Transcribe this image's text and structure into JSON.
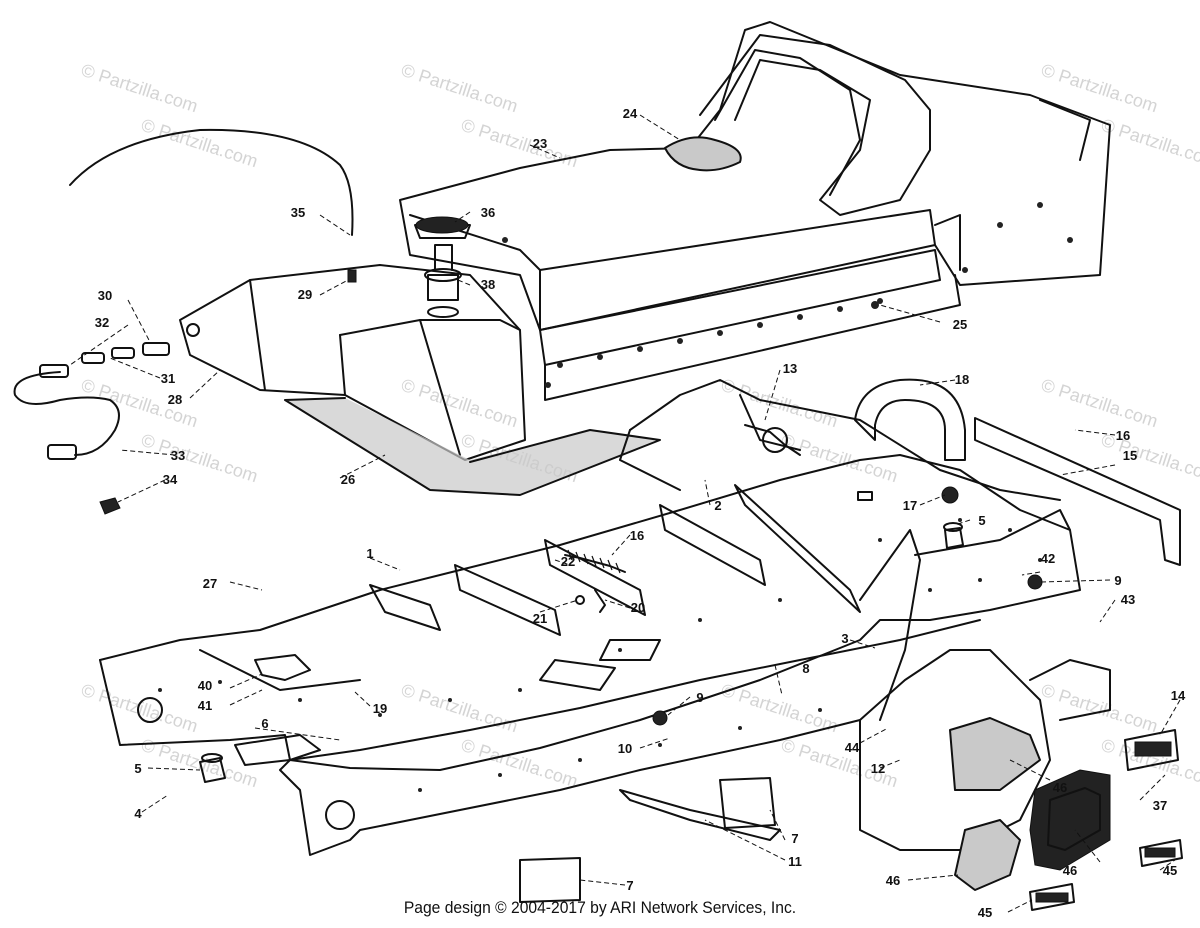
{
  "footer": "Page design © 2004-2017 by ARI Network Services, Inc.",
  "watermark": "© Partzilla.com",
  "callouts": [
    "1",
    "2",
    "3",
    "4",
    "5",
    "5",
    "6",
    "7",
    "7",
    "8",
    "9",
    "9",
    "10",
    "11",
    "12",
    "13",
    "14",
    "15",
    "16",
    "16",
    "17",
    "18",
    "19",
    "20",
    "21",
    "22",
    "23",
    "24",
    "25",
    "26",
    "27",
    "28",
    "29",
    "30",
    "31",
    "32",
    "33",
    "34",
    "35",
    "36",
    "37",
    "38",
    "40",
    "41",
    "42",
    "43",
    "44",
    "45",
    "45",
    "46",
    "46",
    "46"
  ],
  "colors": {
    "ink": "#111111",
    "shade": "#c9c9c9",
    "watermark": "#d4d4d4",
    "background": "#ffffff"
  }
}
